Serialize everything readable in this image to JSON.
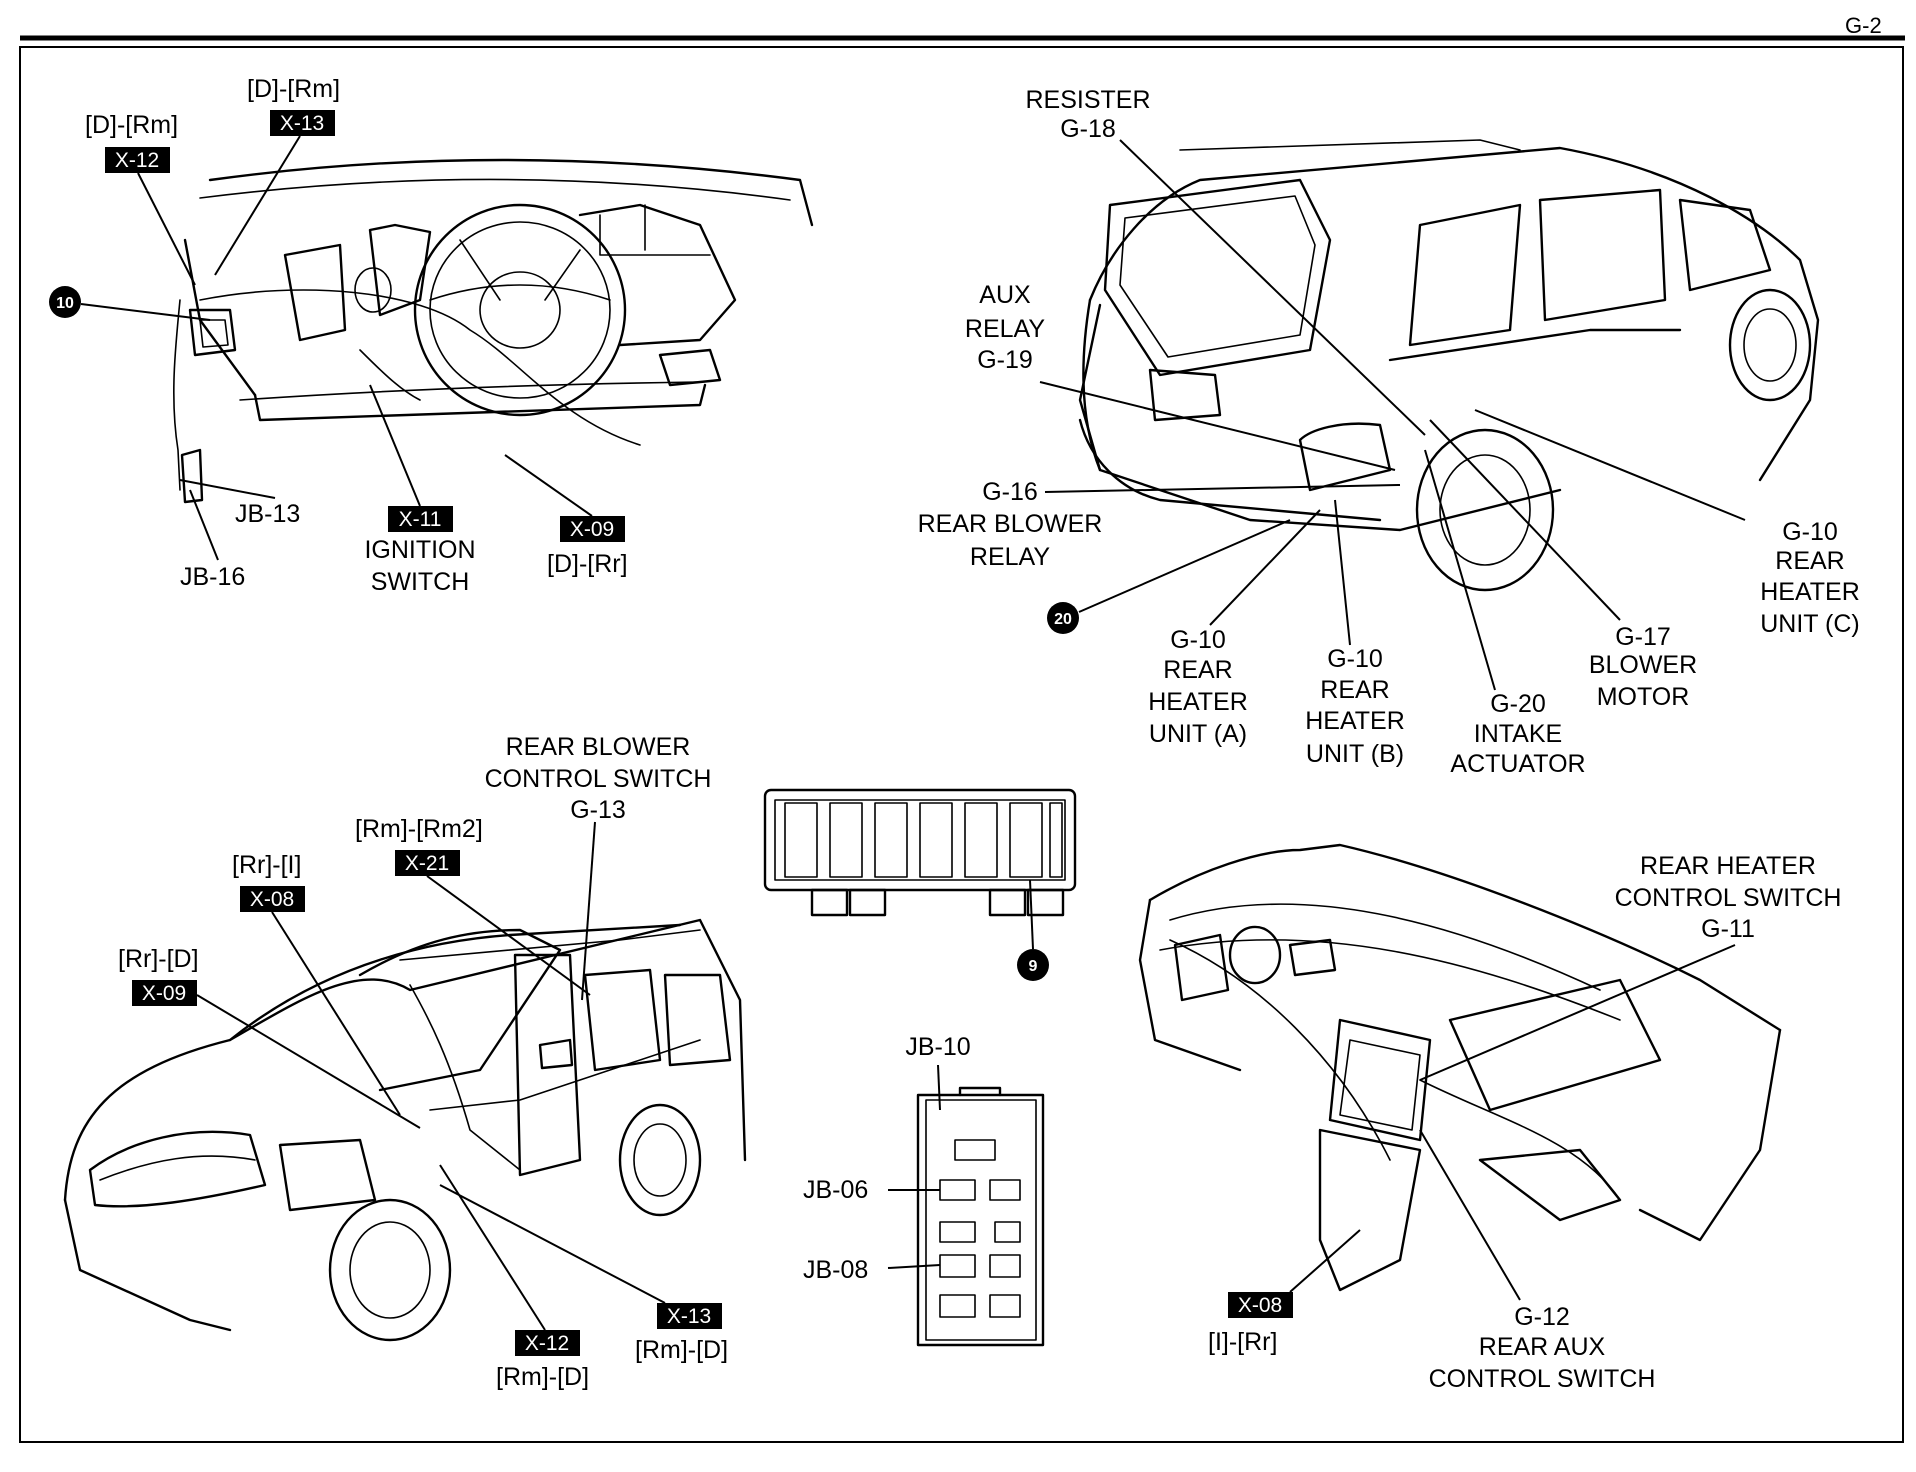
{
  "page_number": "G-2",
  "callouts": {
    "x13_top": {
      "conn": "[D]-[Rm]",
      "code": "X-13"
    },
    "x12_top": {
      "conn": "[D]-[Rm]",
      "code": "X-12"
    },
    "dot_10": "10",
    "jb13": "JB-13",
    "jb16": "JB-16",
    "ign": {
      "code": "X-11",
      "l1": "IGNITION",
      "l2": "SWITCH"
    },
    "x09_top": {
      "code": "X-09",
      "conn": "[D]-[Rr]"
    },
    "resister": {
      "l1": "RESISTER",
      "l2": "G-18"
    },
    "aux_relay": {
      "l1": "AUX",
      "l2": "RELAY",
      "l3": "G-19"
    },
    "g16": {
      "l1": "G-16",
      "l2": "REAR BLOWER",
      "l3": "RELAY"
    },
    "dot_20": "20",
    "g10a": {
      "l1": "G-10",
      "l2": "REAR",
      "l3": "HEATER",
      "l4": "UNIT (A)"
    },
    "g10b": {
      "l1": "G-10",
      "l2": "REAR",
      "l3": "HEATER",
      "l4": "UNIT (B)"
    },
    "g20": {
      "l1": "G-20",
      "l2": "INTAKE",
      "l3": "ACTUATOR"
    },
    "g17": {
      "l1": "G-17",
      "l2": "BLOWER",
      "l3": "MOTOR"
    },
    "g10c": {
      "l1": "G-10",
      "l2": "REAR",
      "l3": "HEATER",
      "l4": "UNIT (C)"
    },
    "g13": {
      "l1": "REAR BLOWER",
      "l2": "CONTROL SWITCH",
      "l3": "G-13"
    },
    "x21": {
      "conn": "[Rm]-[Rm2]",
      "code": "X-21"
    },
    "x08_left": {
      "conn": "[Rr]-[I]",
      "code": "X-08"
    },
    "x09_left": {
      "conn": "[Rr]-[D]",
      "code": "X-09"
    },
    "x12_bottom": {
      "code": "X-12",
      "conn": "[Rm]-[D]"
    },
    "x13_bottom": {
      "code": "X-13",
      "conn": "[Rm]-[D]"
    },
    "dot_9": "9",
    "jb10": "JB-10",
    "jb06": "JB-06",
    "jb08": "JB-08",
    "g11": {
      "l1": "REAR HEATER",
      "l2": "CONTROL SWITCH",
      "l3": "G-11"
    },
    "x08_right": {
      "code": "X-08",
      "conn": "[I]-[Rr]"
    },
    "g12": {
      "l1": "G-12",
      "l2": "REAR AUX",
      "l3": "CONTROL SWITCH"
    }
  }
}
